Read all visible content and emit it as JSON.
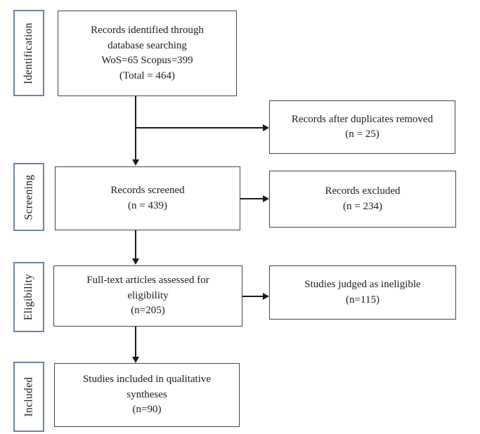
{
  "stages": {
    "identification": "Identification",
    "screening": "Screening",
    "eligibility": "Eligibility",
    "included": "Included"
  },
  "boxes": {
    "identified": {
      "line1": "Records identified through",
      "line2": "database searching",
      "line3": "WoS=65 Scopus=399",
      "line4": "(Total = 464)"
    },
    "duplicates_removed": {
      "line1": "Records after duplicates removed",
      "line2": "(n = 25)"
    },
    "screened": {
      "line1": "Records screened",
      "line2": "(n = 439)"
    },
    "excluded": {
      "line1": "Records excluded",
      "line2": "(n = 234)"
    },
    "fulltext_assessed": {
      "line1": "Full-text articles assessed for",
      "line2": "eligibility",
      "line3": "(n=205)"
    },
    "ineligible": {
      "line1": "Studies judged as ineligible",
      "line2": "(n=115)"
    },
    "included_qualitative": {
      "line1": "Studies included in qualitative",
      "line2": "syntheses",
      "line3": "(n=90)"
    }
  },
  "colors": {
    "stage_label_border": "#6f83a3",
    "box_border": "#454545",
    "arrow": "#1a1a1a",
    "text": "#1d1d1d",
    "background": "#ffffff"
  }
}
